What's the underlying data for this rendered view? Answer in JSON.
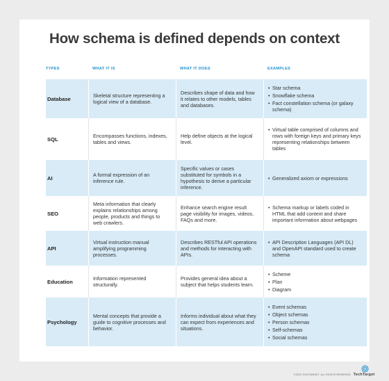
{
  "title": "How schema is defined depends on context",
  "headers": [
    "TYPES",
    "WHAT IT IS",
    "WHAT IT DOES",
    "EXAMPLES"
  ],
  "rows": [
    {
      "type": "Database",
      "what_it_is": "Skeletal structure representing a logical view of a database.",
      "what_it_does": "Describes shape of data and how it relates to other models, tables and databases.",
      "examples": [
        "Star schema",
        "Snowflake schema",
        "Fact constellation schema (or galaxy schema)"
      ]
    },
    {
      "type": "SQL",
      "what_it_is": "Encompasses functions, indexes, tables and views.",
      "what_it_does": "Help define objects at the logical level.",
      "examples": [
        "Virtual table comprised of columns and rows with foreign keys and primary keys representing relationships between tables"
      ]
    },
    {
      "type": "AI",
      "what_it_is": "A formal expression of an inference rule.",
      "what_it_does": "Specific values or cases substituted for symbols in a hypothesis to derive a particular inference.",
      "examples": [
        "Generalized axiom or expressions"
      ]
    },
    {
      "type": "SEO",
      "what_it_is": "Meta information that clearly explains relationships among people, products and things to web crawlers.",
      "what_it_does": "Enhance search engine result page visibility for images, videos, FAQs and more.",
      "examples": [
        "Schema markup or labels coded in HTML that add context and share important information about webpages"
      ]
    },
    {
      "type": "API",
      "what_it_is": "Virtual instruction manual amplifying programming processes.",
      "what_it_does": "Describes RESTful API operations and methods for interacting with APIs.",
      "examples": [
        "API Description Languages (API DL) and OpenAPI standard used to create schema"
      ]
    },
    {
      "type": "Education",
      "what_it_is": "Information represented structurally.",
      "what_it_does": "Provides general idea about a subject that helps students learn.",
      "examples": [
        "Scheme",
        "Plan",
        "Diagram"
      ]
    },
    {
      "type": "Psychology",
      "what_it_is": "Mental concepts that provide a guide to cognitive processes and behavior.",
      "what_it_does": "Informs individual about what they can expect from experiences and situations.",
      "examples": [
        "Event schemas",
        "Object schemas",
        "Person schemas",
        "Self-schemas",
        "Social schemas"
      ]
    }
  ],
  "footer": {
    "copyright": "©2023 TECHTARGET. ALL RIGHTS RESERVED",
    "brand": "TechTarget"
  },
  "colors": {
    "header_text": "#1f8fce",
    "alt_row": "#d8ebf7",
    "background": "#ececec",
    "logo": "#1f8fce"
  }
}
